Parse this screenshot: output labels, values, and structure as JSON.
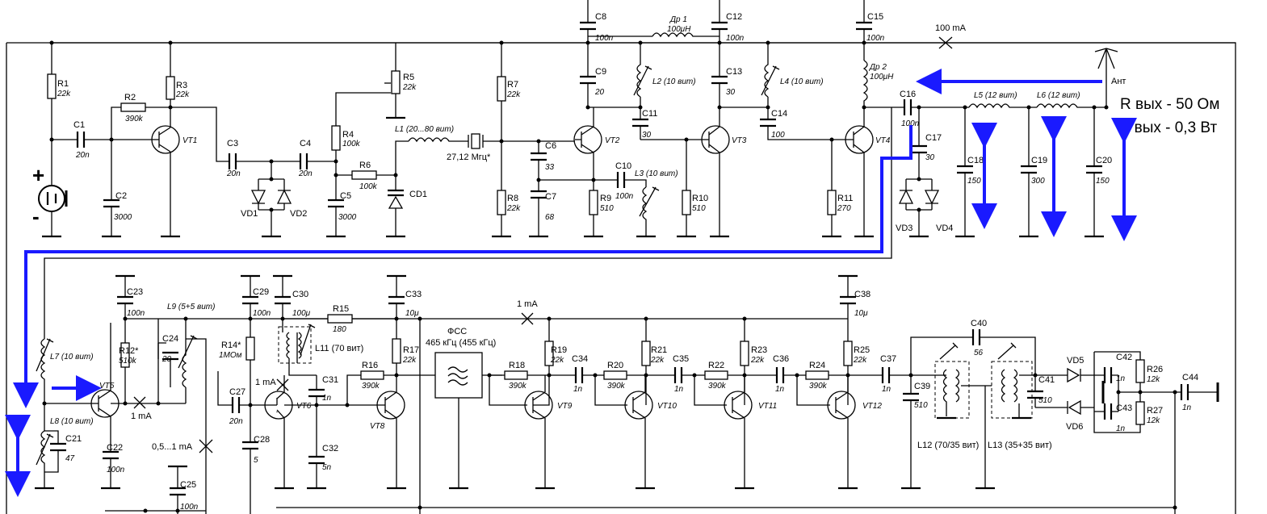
{
  "blocks": {
    "transmitter": {
      "labels": {
        "R1": "R1",
        "R1v": "22k",
        "R2": "R2",
        "R2v": "390k",
        "R3": "R3",
        "R3v": "22k",
        "C1": "C1",
        "C1v": "20n",
        "C2": "C2",
        "C2v": "3000",
        "VT1": "VT1",
        "C3": "C3",
        "C3v": "20n",
        "C4": "C4",
        "C4v": "20n",
        "VD1": "VD1",
        "VD2": "VD2",
        "R4": "R4",
        "R4v": "100k",
        "R5": "R5",
        "R5v": "22k",
        "R6": "R6",
        "R6v": "100k",
        "C5": "C5",
        "C5v": "3000",
        "CD1": "CD1",
        "L1": "L1 (20...80 вит)",
        "Q": "27,12 Мгц*",
        "R7": "R7",
        "R7v": "22k",
        "R8": "R8",
        "R8v": "22k",
        "C6": "C6",
        "C6v": "33",
        "C7": "C7",
        "C7v": "68",
        "C8": "C8",
        "C8v": "100n",
        "C9": "C9",
        "C9v": "20",
        "VT2": "VT2",
        "DR1": "Др 1",
        "DR1v": "100μH",
        "L2": "L2 (10 вит)",
        "C11": "C11",
        "C11v": "30",
        "C10": "C10",
        "C10v": "100n",
        "L3": "L3 (10 вит)",
        "R9": "R9",
        "R9v": "510",
        "C12": "C12",
        "C12v": "100n",
        "C13": "C13",
        "C13v": "30",
        "VT3": "VT3",
        "L4": "L4 (10 вит)",
        "C14": "C14",
        "C14v": "100",
        "R10": "R10",
        "R10v": "510",
        "C15": "C15",
        "C15v": "100n",
        "I100": "100 mA",
        "DR2": "Др 2",
        "DR2v": "100μH",
        "R11": "R11",
        "R11v": "270",
        "VT4": "VT4",
        "C16": "C16",
        "C16v": "100n",
        "C17": "C17",
        "C17v": "30",
        "VD3": "VD3",
        "VD4": "VD4",
        "L5": "L5 (12 вит)",
        "L6": "L6 (12 вит)",
        "ANT": "Ант",
        "C18": "C18",
        "C18v": "150",
        "C19": "C19",
        "C19v": "300",
        "C20": "C20",
        "C20v": "150"
      }
    },
    "receiver": {
      "labels": {
        "L7": "L7 (10 вит)",
        "L8": "L8 (10 вит)",
        "C21": "C21",
        "C21v": "47",
        "VT5": "VT5",
        "I1": "1 mA",
        "C22": "C22",
        "C22v": "100n",
        "C23": "C23",
        "C23v": "100n",
        "R12": "R12*",
        "R12v": "510k",
        "L9": "L9 (5+5 вит)",
        "C24": "C24",
        "C24v": "20",
        "I2": "0,5...1 mA",
        "C25": "C25",
        "C25v": "100n",
        "C29": "C29",
        "C29v": "100n",
        "R14": "R14*",
        "R14v": "1МОм",
        "C27": "C27",
        "C27v": "20n",
        "C28": "C28",
        "C28v": "5",
        "C30": "C30",
        "C30v": "100μ",
        "R15": "R15",
        "R15v": "180",
        "L11": "L11 (70 вит)",
        "I3": "1 mA",
        "VT6": "VT6",
        "C31": "C31",
        "C31v": "1n",
        "C32": "C32",
        "C32v": "5n",
        "C33": "C33",
        "C33v": "10μ",
        "R16": "R16",
        "R16v": "390k",
        "R17": "R17",
        "R17v": "22k",
        "VT8": "VT8",
        "FSS": "ФСС",
        "FSSv": "465 кГц (455 кГц)",
        "I4": "1 mA",
        "R18": "R18",
        "R18v": "390k",
        "R19": "R19",
        "R19v": "22k",
        "C34": "C34",
        "C34v": "1n",
        "VT9": "VT9",
        "R20": "R20",
        "R20v": "390k",
        "R21": "R21",
        "R21v": "22k",
        "C35": "C35",
        "C35v": "1n",
        "VT10": "VT10",
        "R22": "R22",
        "R22v": "390k",
        "R23": "R23",
        "R23v": "22k",
        "C36": "C36",
        "C36v": "1n",
        "VT11": "VT11",
        "C38": "C38",
        "C38v": "10μ",
        "R24": "R24",
        "R24v": "390k",
        "R25": "R25",
        "R25v": "22k",
        "C37": "C37",
        "C37v": "1n",
        "VT12": "VT12",
        "C39": "C39",
        "C39v": "510",
        "C40": "C40",
        "C40v": "56",
        "C41": "C41",
        "C41v": "510",
        "L12": "L12 (70/35 вит)",
        "L13": "L13 (35+35 вит)",
        "VD5": "VD5",
        "VD6": "VD6",
        "C42": "C42",
        "C42v": "1n",
        "C43": "C43",
        "C43v": "1n",
        "R26": "R26",
        "R26v": "12k",
        "R27": "R27",
        "R27v": "12k",
        "C44": "C44",
        "C44v": "1n"
      }
    }
  },
  "annotations": {
    "rout": "R вых - 50 Ом",
    "pout": "P вых - 0,3 Вт",
    "plus": "+",
    "minus": "-"
  },
  "colors": {
    "arrow": "#1a1aff",
    "wire": "#000000"
  }
}
